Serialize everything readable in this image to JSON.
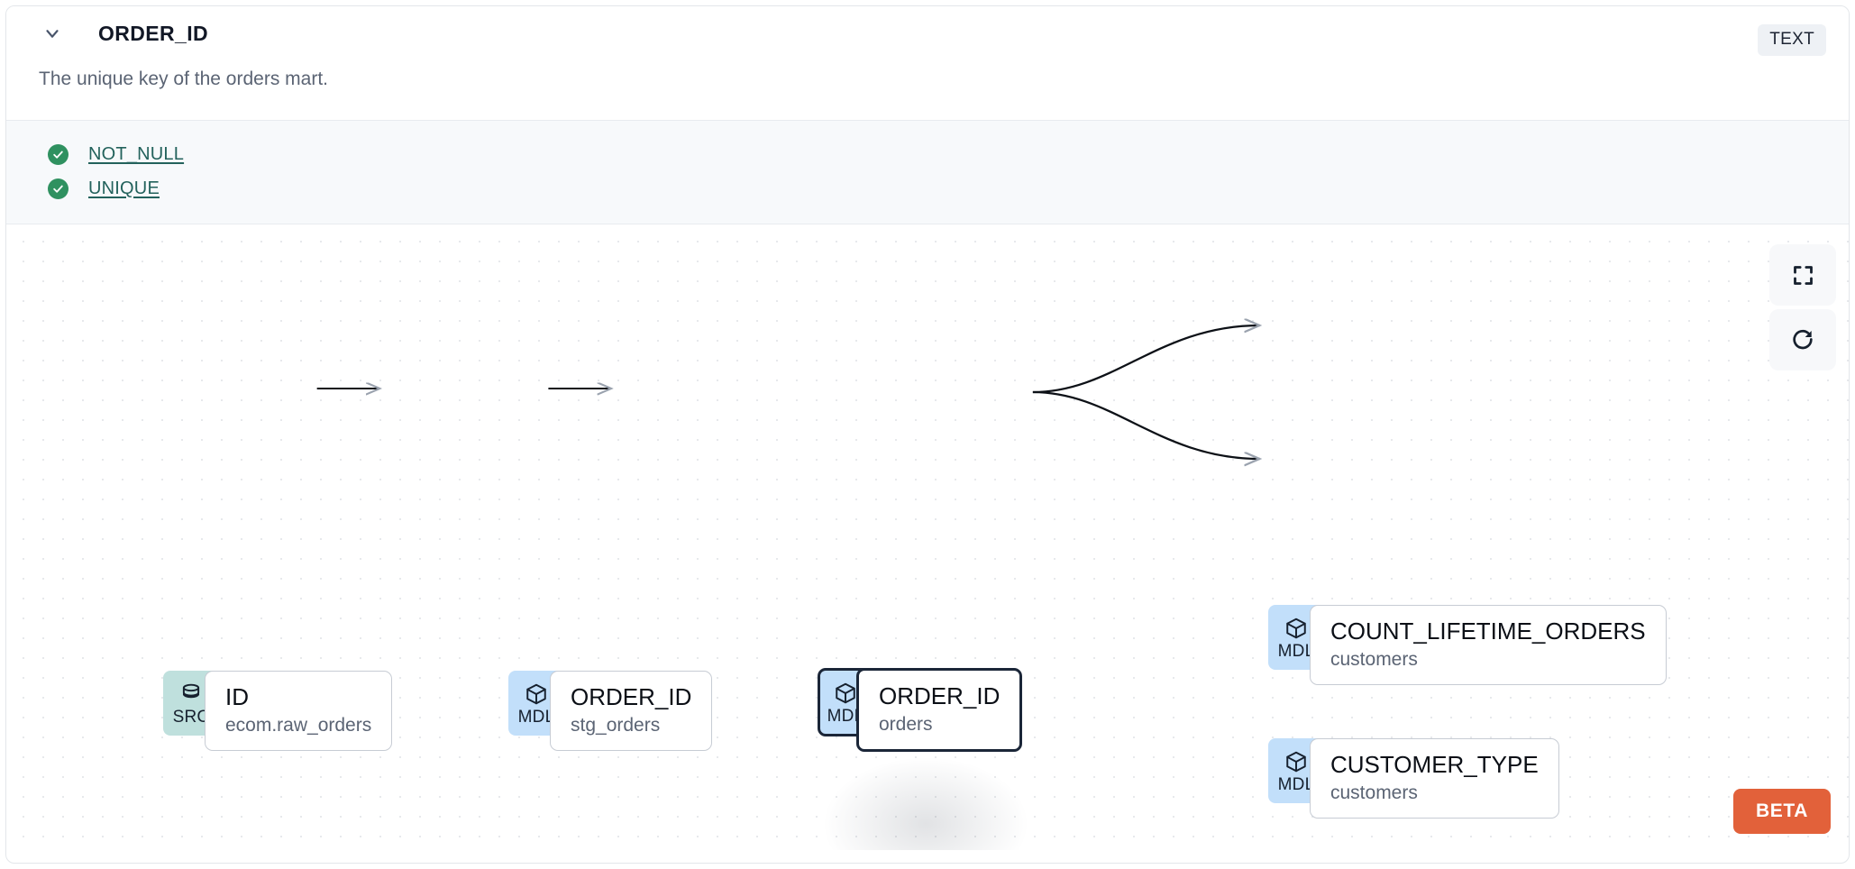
{
  "header": {
    "chevron_icon": "chevron-down-icon",
    "title": "ORDER_ID",
    "type_badge": "TEXT",
    "description": "The unique key of the orders mart."
  },
  "tests": [
    {
      "icon": "check-circle-icon",
      "label": "NOT_NULL"
    },
    {
      "icon": "check-circle-icon",
      "label": "UNIQUE"
    }
  ],
  "lineage": {
    "nodes": [
      {
        "id": "src-id",
        "kind": "SRC",
        "kind_icon": "database-icon",
        "name": "ID",
        "parent": "ecom.raw_orders",
        "selected": false
      },
      {
        "id": "mdl-stg-orders",
        "kind": "MDL",
        "kind_icon": "cube-icon",
        "name": "ORDER_ID",
        "parent": "stg_orders",
        "selected": false
      },
      {
        "id": "mdl-orders",
        "kind": "MDL",
        "kind_icon": "cube-icon",
        "name": "ORDER_ID",
        "parent": "orders",
        "selected": true
      },
      {
        "id": "mdl-count-lifetime-orders",
        "kind": "MDL",
        "kind_icon": "cube-icon",
        "name": "COUNT_LIFETIME_ORDERS",
        "parent": "customers",
        "selected": false
      },
      {
        "id": "mdl-customer-type",
        "kind": "MDL",
        "kind_icon": "cube-icon",
        "name": "CUSTOMER_TYPE",
        "parent": "customers",
        "selected": false
      }
    ],
    "controls": [
      {
        "name": "fit-view-button",
        "icon": "fullscreen-icon"
      },
      {
        "name": "reset-button",
        "icon": "refresh-icon"
      }
    ],
    "beta_badge": "BETA"
  },
  "colors": {
    "src_badge_bg": "#bfe0dd",
    "mdl_badge_bg": "#c2dffa",
    "test_pass": "#2f9160",
    "test_link": "#23625c",
    "beta": "#e2613a",
    "selected_border": "#1b2638",
    "edge": "#0d1117"
  }
}
